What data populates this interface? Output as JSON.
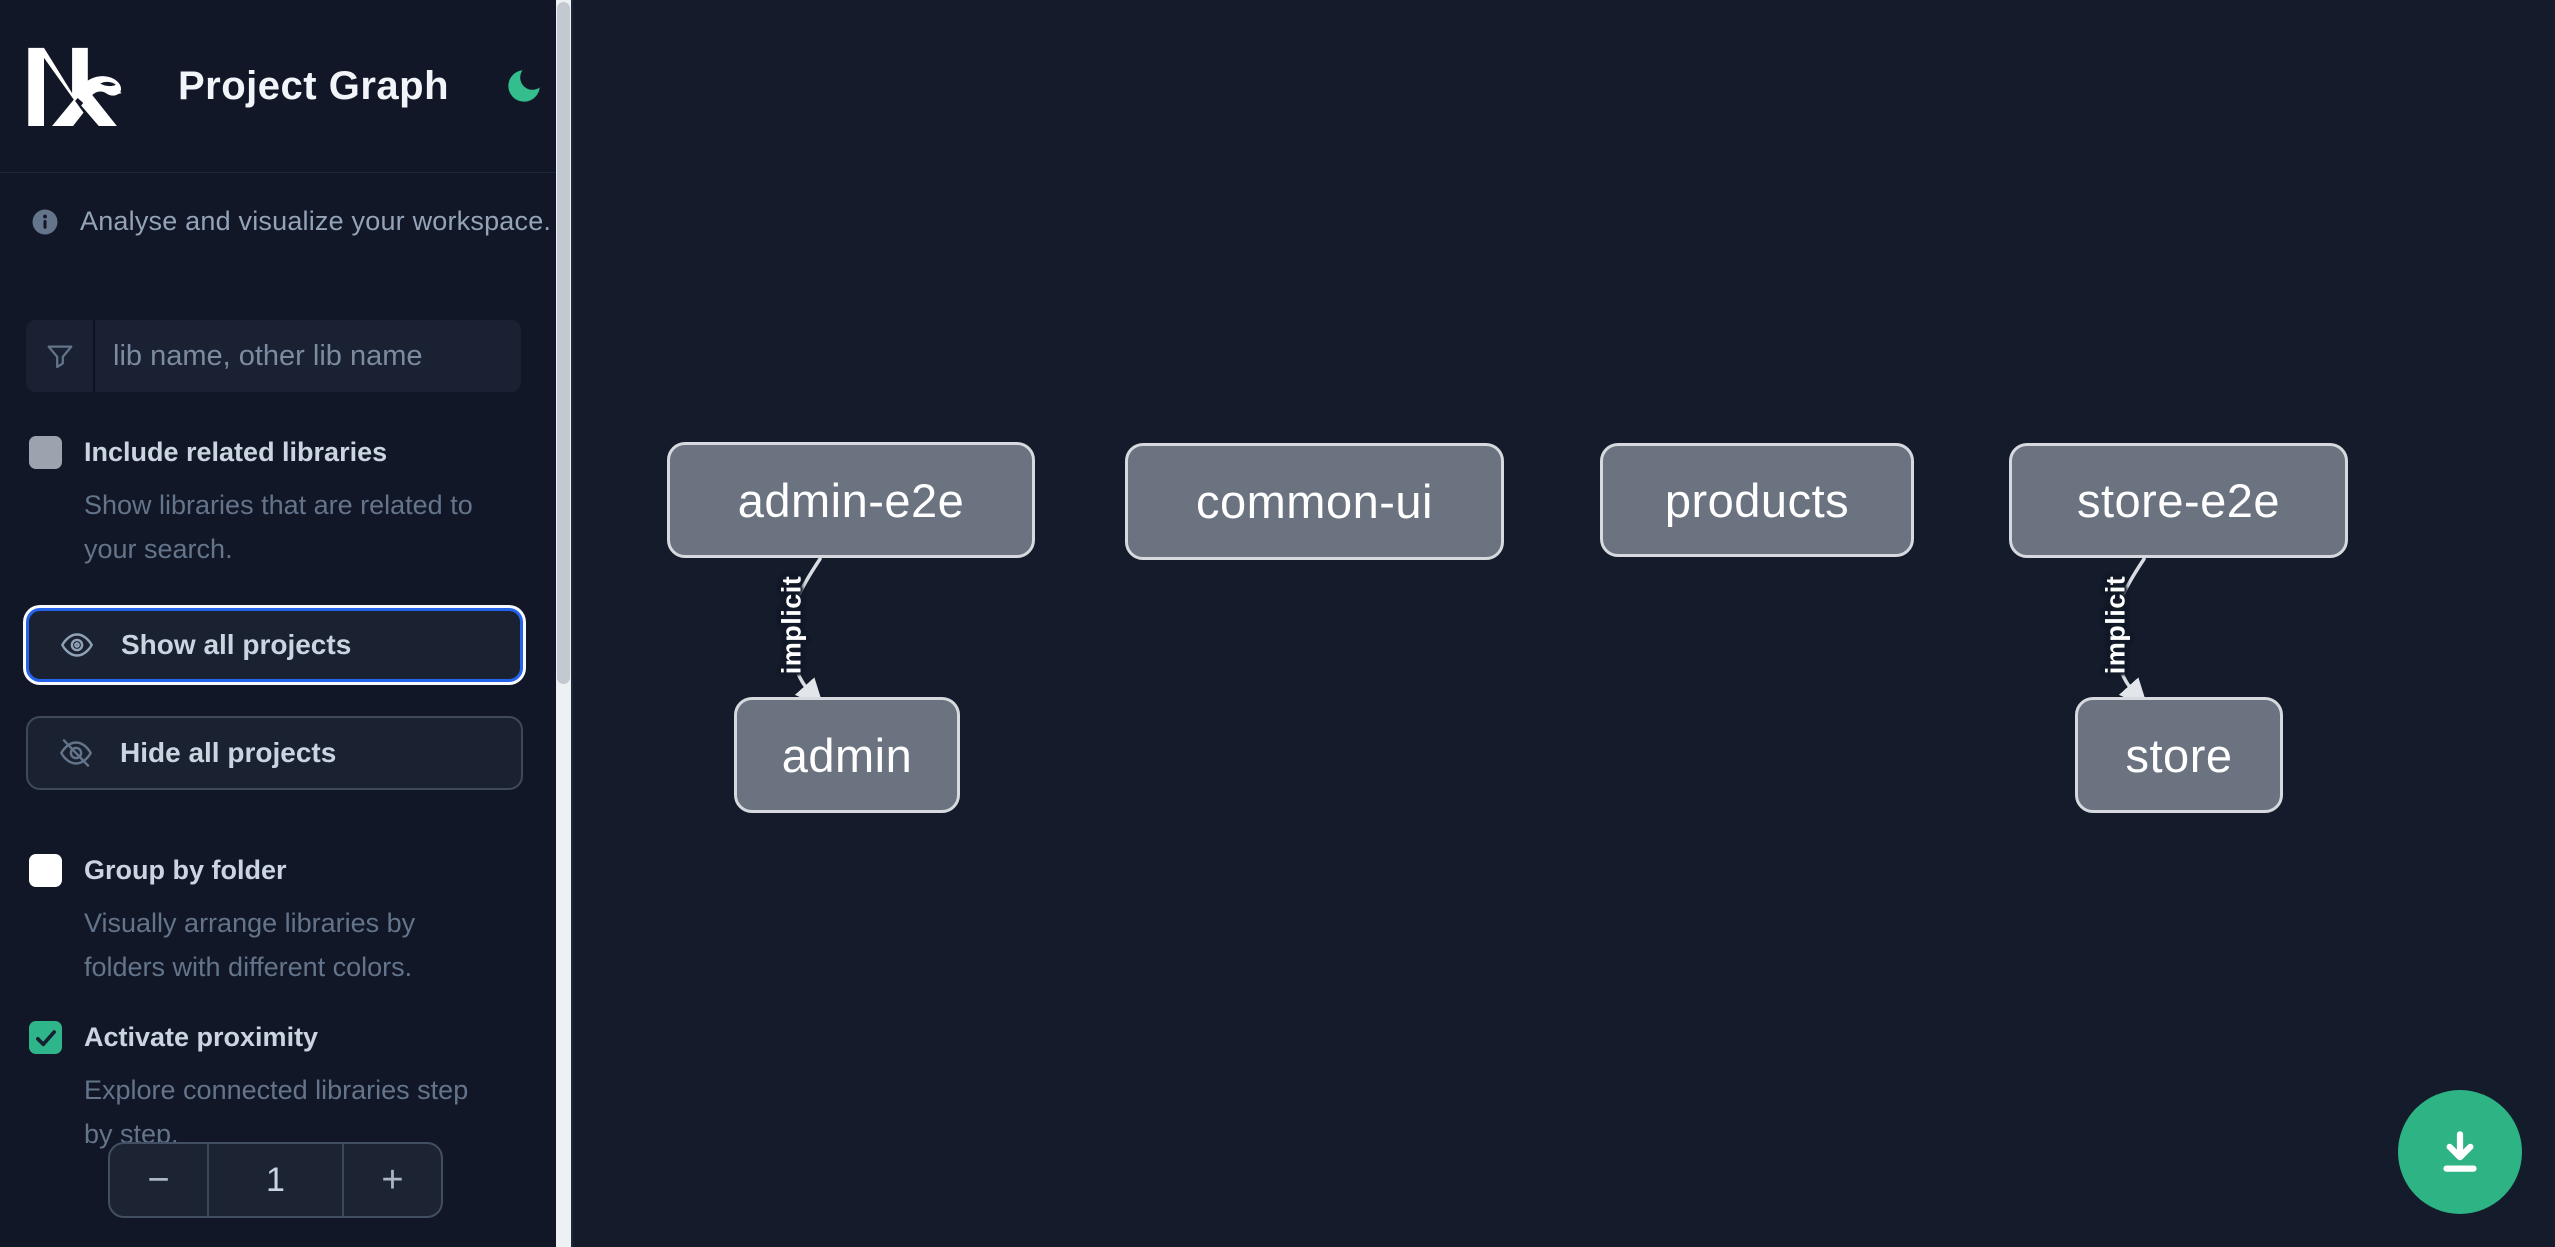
{
  "header": {
    "app_name": "Nx",
    "title": "Project Graph",
    "theme_toggle_icon": "moon-icon"
  },
  "sidebar": {
    "tagline": "Analyse and visualize your workspace.",
    "search": {
      "placeholder": "lib name, other lib name",
      "value": "",
      "icon": "filter-funnel-icon"
    },
    "options": [
      {
        "label": "Include related libraries",
        "description": "Show libraries that are related to\nyour search.",
        "checked": false,
        "state": "disabled"
      },
      {
        "label": "Group by folder",
        "description": "Visually arrange libraries by\nfolders with different colors.",
        "checked": false,
        "state": "normal"
      },
      {
        "label": "Activate proximity",
        "description": "Explore connected libraries step\nby step.",
        "checked": true,
        "state": "checked"
      }
    ],
    "actions": [
      {
        "label": "Show all projects",
        "icon": "eye-icon",
        "focused": true
      },
      {
        "label": "Hide all projects",
        "icon": "eye-off-icon",
        "focused": false
      }
    ],
    "proximity_stepper": {
      "decrement_label": "−",
      "value": "1",
      "increment_label": "+"
    }
  },
  "graph": {
    "nodes": [
      {
        "id": "admin-e2e",
        "label": "admin-e2e"
      },
      {
        "id": "common-ui",
        "label": "common-ui"
      },
      {
        "id": "products",
        "label": "products"
      },
      {
        "id": "store-e2e",
        "label": "store-e2e"
      },
      {
        "id": "admin",
        "label": "admin"
      },
      {
        "id": "store",
        "label": "store"
      }
    ],
    "edges": [
      {
        "source": "admin-e2e",
        "target": "admin",
        "label": "implicit"
      },
      {
        "source": "store-e2e",
        "target": "store",
        "label": "implicit"
      }
    ]
  },
  "fab": {
    "icon": "download-icon"
  },
  "colors": {
    "accent_green": "#2eb58a",
    "focus_blue": "#2563eb",
    "node_fill": "#6b7280",
    "node_border": "#d6d9de",
    "sidebar_bg": "#111726",
    "canvas_bg": "#141b2a"
  }
}
